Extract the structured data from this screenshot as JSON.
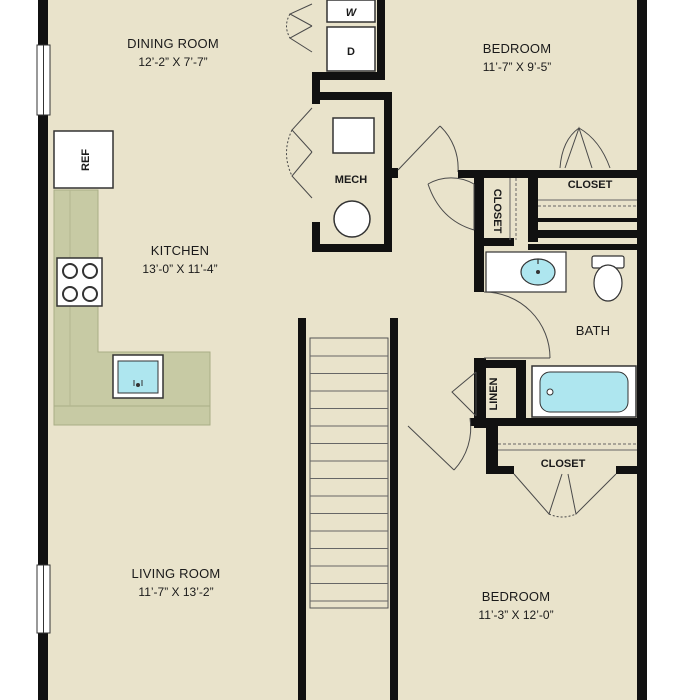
{
  "colors": {
    "floor": "#e9e3cb",
    "kitchen_counter": "#c7caa4",
    "kitchen_counter_edge": "#a9ad86",
    "wall": "#111111",
    "fixture_blue": "#aee6ef",
    "window": "#ffffff"
  },
  "rooms": {
    "dining": {
      "name": "DINING ROOM",
      "dims": "12’-2” X 7’-7”"
    },
    "kitchen": {
      "name": "KITCHEN",
      "dims": "13’-0” X 11’-4”"
    },
    "living": {
      "name": "LIVING ROOM",
      "dims": "11’-7” X 13’-2”"
    },
    "bedroom1": {
      "name": "BEDROOM",
      "dims": "11’-7” X 9’-5”"
    },
    "bedroom2": {
      "name": "BEDROOM",
      "dims": "11’-3” X 12’-0”"
    },
    "bath": {
      "name": "BATH"
    }
  },
  "labels": {
    "ref": "REF",
    "mech": "MECH",
    "closet_top": "CLOSET",
    "closet_vertical": "CLOSET",
    "closet_bottom": "CLOSET",
    "linen": "LINEN",
    "washer": "W",
    "dryer": "D"
  },
  "icons": {
    "range": "stove-icon",
    "kitchen_sink": "sink-icon",
    "bath_sink": "sink-icon",
    "toilet": "toilet-icon",
    "tub": "bathtub-icon",
    "water_heater": "water-heater-icon",
    "furnace": "furnace-icon"
  }
}
